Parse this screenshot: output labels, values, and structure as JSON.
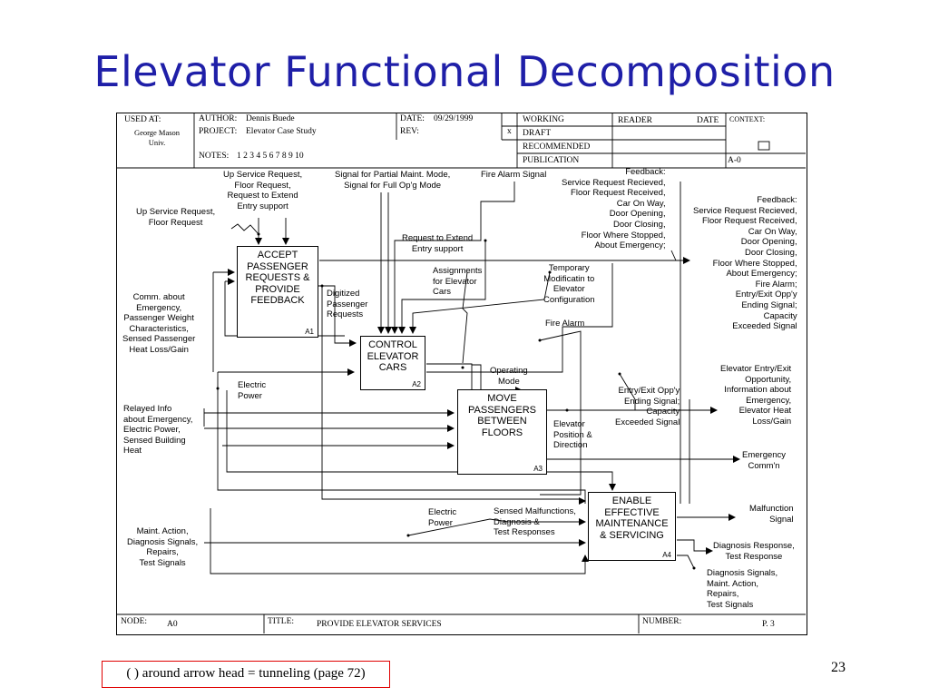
{
  "slide": {
    "title": "Elevator Functional Decomposition",
    "page_number": "23",
    "note": "( ) around arrow head = tunneling (page 72)"
  },
  "header": {
    "used_at_label": "USED AT:",
    "used_at_value": "George Mason Univ.",
    "author_label": "AUTHOR:",
    "author_value": "Dennis Buede",
    "project_label": "PROJECT:",
    "project_value": "Elevator Case Study",
    "notes_label": "NOTES:",
    "notes_value": "1  2  3  4  5  6  7  8  9  10",
    "date_label": "DATE:",
    "date_value": "09/29/1999",
    "rev_label": "REV:",
    "status": [
      "WORKING",
      "DRAFT",
      "RECOMMENDED",
      "PUBLICATION"
    ],
    "draft_mark": "x",
    "reader_label": "READER",
    "reader_date_label": "DATE",
    "context_label": "CONTEXT:",
    "context_node": "A-0"
  },
  "footer": {
    "node_label": "NODE:",
    "node_value": "A0",
    "title_label": "TITLE:",
    "title_value": "PROVIDE ELEVATOR SERVICES",
    "number_label": "NUMBER:",
    "number_value": "P. 3"
  },
  "boxes": [
    {
      "id": "A1",
      "lines": [
        "ACCEPT",
        "PASSENGER",
        "REQUESTS &",
        "PROVIDE",
        "FEEDBACK"
      ]
    },
    {
      "id": "A2",
      "lines": [
        "CONTROL",
        "ELEVATOR",
        "CARS"
      ]
    },
    {
      "id": "A3",
      "lines": [
        "MOVE",
        "PASSENGERS",
        "BETWEEN",
        "FLOORS"
      ]
    },
    {
      "id": "A4",
      "lines": [
        "ENABLE",
        "EFFECTIVE",
        "MAINTENANCE",
        "& SERVICING"
      ]
    }
  ],
  "labels": {
    "up_service_top": [
      "Up Service Request,",
      "Floor Request,",
      "Request to Extend",
      "Entry support"
    ],
    "signal_partial": [
      "Signal for Partial Maint. Mode,",
      "Signal for Full Op'g Mode"
    ],
    "fire_alarm_signal": "Fire Alarm Signal",
    "feedback_mid": [
      "Feedback:",
      "Service Request Recieved,",
      "Floor Request Received,",
      "Car On Way,",
      "Door Opening,",
      "Door Closing,",
      "Floor Where Stopped,",
      "About Emergency;"
    ],
    "feedback_right": [
      "Feedback:",
      "Service Request Recieved,",
      "Floor Request Received,",
      "Car On Way,",
      "Door Opening,",
      "Door Closing,",
      "Floor Where Stopped,",
      "About Emergency;",
      "Fire Alarm;",
      "Entry/Exit Opp'y",
      "Ending Signal;",
      "Capacity",
      "Exceeded Signal"
    ],
    "up_service_left": [
      "Up Service Request,",
      "Floor Request"
    ],
    "request_extend": [
      "Request to Extend",
      "Entry support"
    ],
    "assignments": [
      "Assignments",
      "for Elevator",
      "Cars"
    ],
    "temp_mod": [
      "Temporary",
      "Modificatin to",
      "Elevator",
      "Configuration"
    ],
    "digitized": [
      "Digitized",
      "Passenger",
      "Requests"
    ],
    "comm_emergency": [
      "Comm. about",
      "Emergency,",
      "Passenger Weight",
      "Characteristics,",
      "Sensed Passenger",
      "Heat Loss/Gain"
    ],
    "fire_alarm": "Fire Alarm",
    "operating_mode": [
      "Operating",
      "Mode"
    ],
    "electric_power_1": [
      "Electric",
      "Power"
    ],
    "elevator_entry": [
      "Elevator Entry/Exit",
      "Opportunity,",
      "Information about",
      "Emergency,",
      "Elevator Heat",
      "Loss/Gain"
    ],
    "entry_exit_ending": [
      "Entry/Exit Opp'y",
      "Ending Signal;",
      "Capacity",
      "Exceeded Signal"
    ],
    "relayed_info": [
      "Relayed Info",
      "about Emergency,",
      "Electric Power,",
      "Sensed Building",
      "Heat"
    ],
    "elevator_position": [
      "Elevator",
      "Position &",
      "Direction"
    ],
    "emergency_comm": [
      "Emergency",
      "Comm'n"
    ],
    "malfunction_signal": [
      "Malfunction",
      "Signal"
    ],
    "electric_power_2": [
      "Electric",
      "Power"
    ],
    "sensed_malfunctions": [
      "Sensed Malfunctions,",
      "Diagnosis &",
      "Test Responses"
    ],
    "maint_action_left": [
      "Maint. Action,",
      "Diagnosis Signals,",
      "Repairs,",
      "Test Signals"
    ],
    "diagnosis_response": [
      "Diagnosis Response,",
      "Test Response"
    ],
    "diagnosis_signals_out": [
      "Diagnosis Signals,",
      "Maint. Action,",
      "Repairs,",
      "Test Signals"
    ]
  },
  "colors": {
    "title": "#1f1fa8",
    "note_border": "#e00000"
  }
}
